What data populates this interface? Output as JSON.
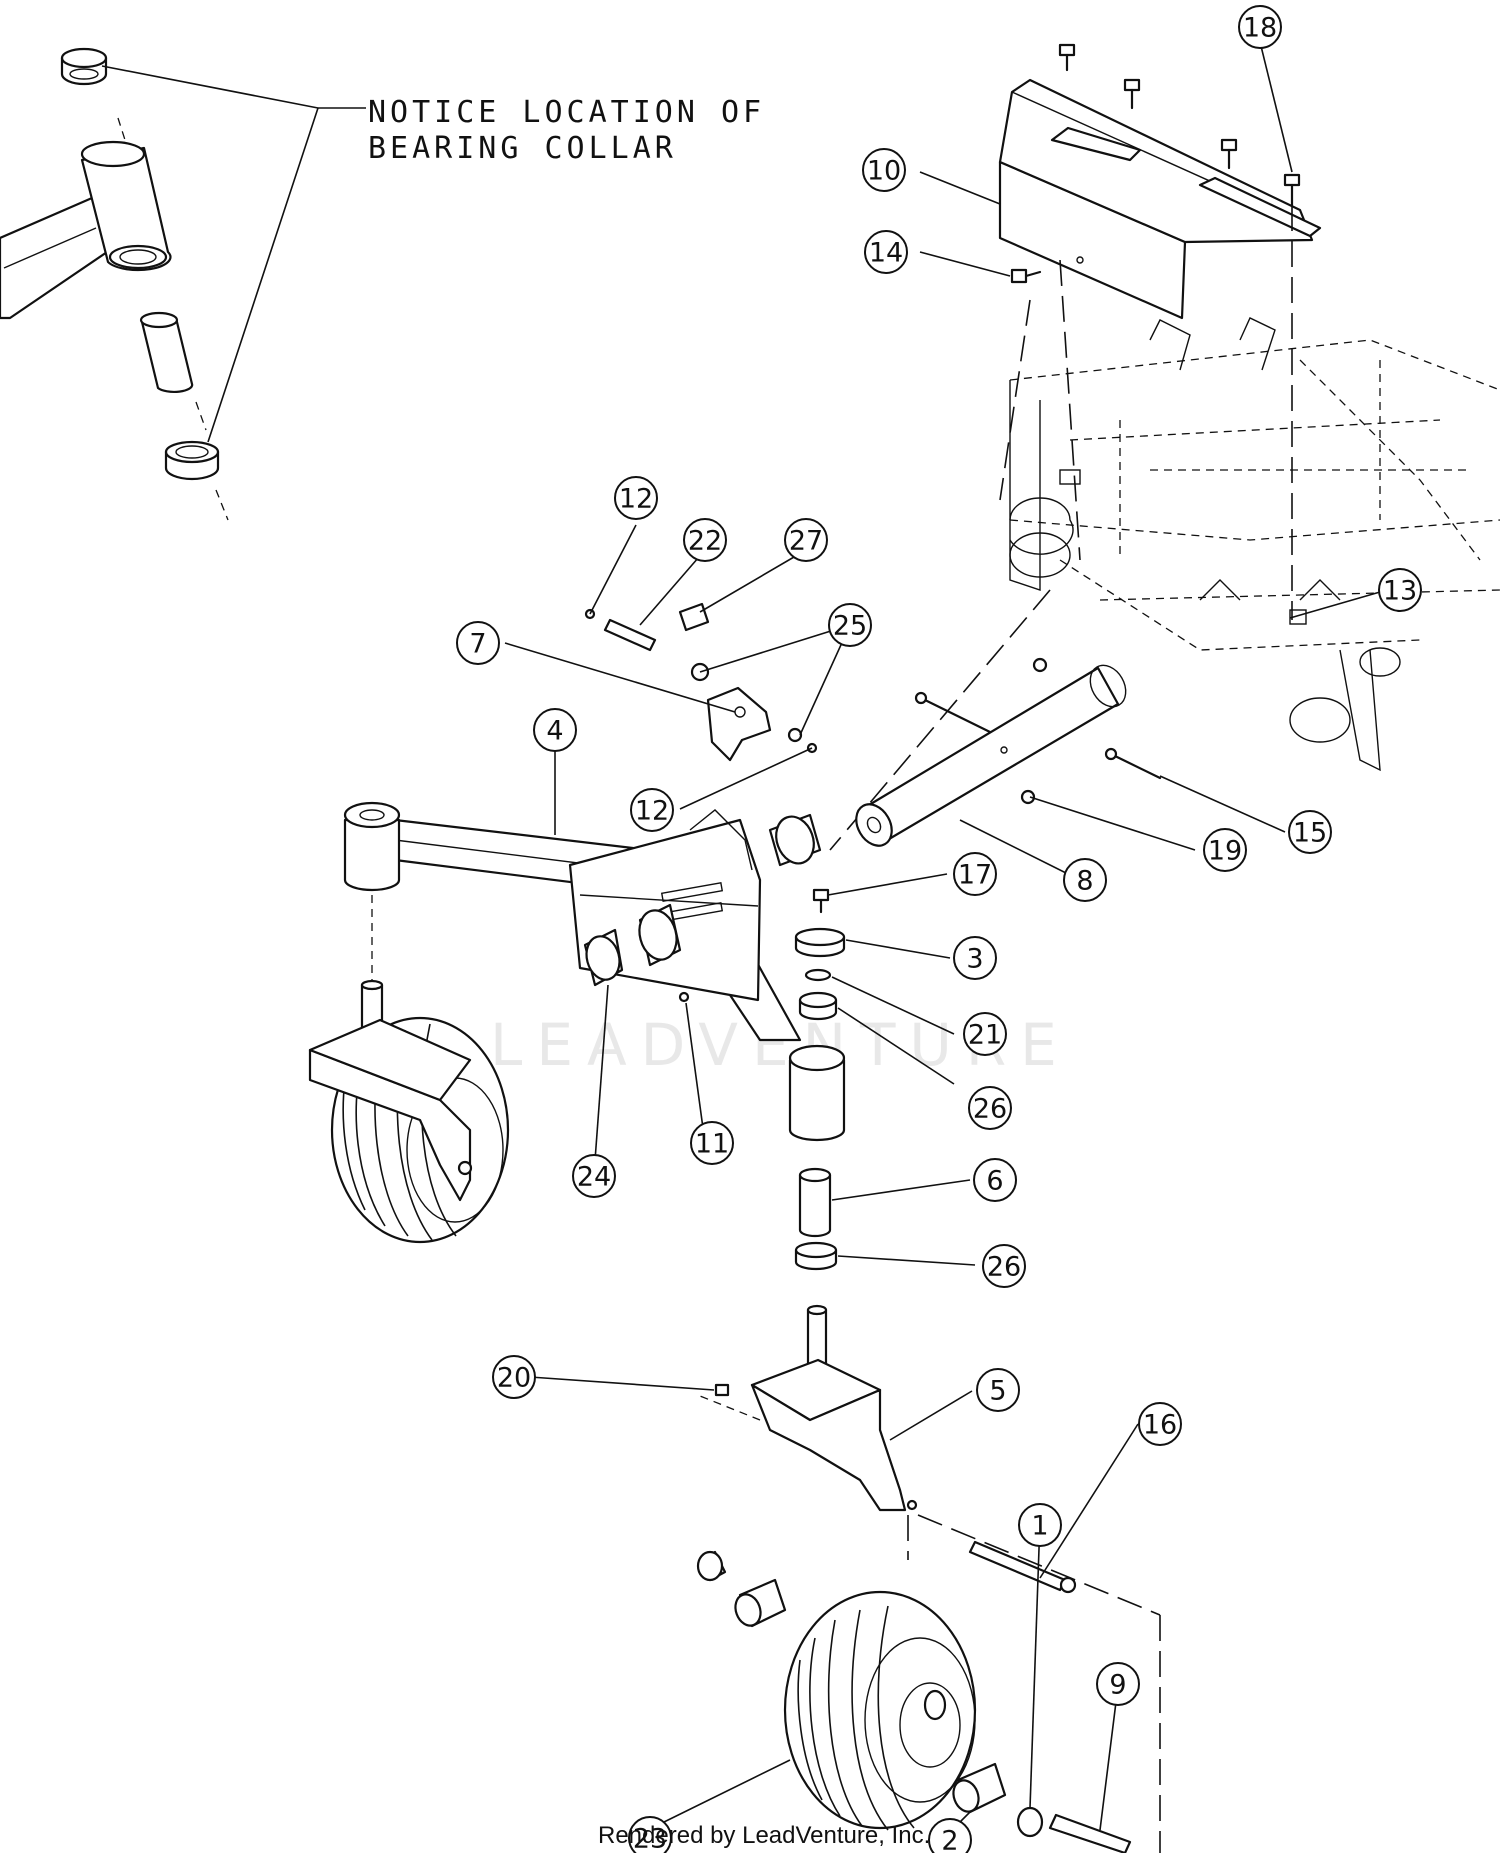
{
  "diagram": {
    "note": {
      "line1": "NOTICE LOCATION OF",
      "line2": "BEARING COLLAR"
    },
    "credit": "Rendered by LeadVenture, Inc.",
    "watermark": "LEADVENTURE",
    "callouts": [
      {
        "id": "c18",
        "label": "18"
      },
      {
        "id": "c10",
        "label": "10"
      },
      {
        "id": "c14",
        "label": "14"
      },
      {
        "id": "c12a",
        "label": "12"
      },
      {
        "id": "c22",
        "label": "22"
      },
      {
        "id": "c27",
        "label": "27"
      },
      {
        "id": "c25",
        "label": "25"
      },
      {
        "id": "c7",
        "label": "7"
      },
      {
        "id": "c13",
        "label": "13"
      },
      {
        "id": "c4",
        "label": "4"
      },
      {
        "id": "c12b",
        "label": "12"
      },
      {
        "id": "c15",
        "label": "15"
      },
      {
        "id": "c19",
        "label": "19"
      },
      {
        "id": "c17",
        "label": "17"
      },
      {
        "id": "c8",
        "label": "8"
      },
      {
        "id": "c3",
        "label": "3"
      },
      {
        "id": "c21",
        "label": "21"
      },
      {
        "id": "c26a",
        "label": "26"
      },
      {
        "id": "c24",
        "label": "24"
      },
      {
        "id": "c11",
        "label": "11"
      },
      {
        "id": "c6",
        "label": "6"
      },
      {
        "id": "c26b",
        "label": "26"
      },
      {
        "id": "c20",
        "label": "20"
      },
      {
        "id": "c5",
        "label": "5"
      },
      {
        "id": "c16",
        "label": "16"
      },
      {
        "id": "c1",
        "label": "1"
      },
      {
        "id": "c9",
        "label": "9"
      },
      {
        "id": "c23",
        "label": "23"
      },
      {
        "id": "c2",
        "label": "2"
      }
    ]
  }
}
